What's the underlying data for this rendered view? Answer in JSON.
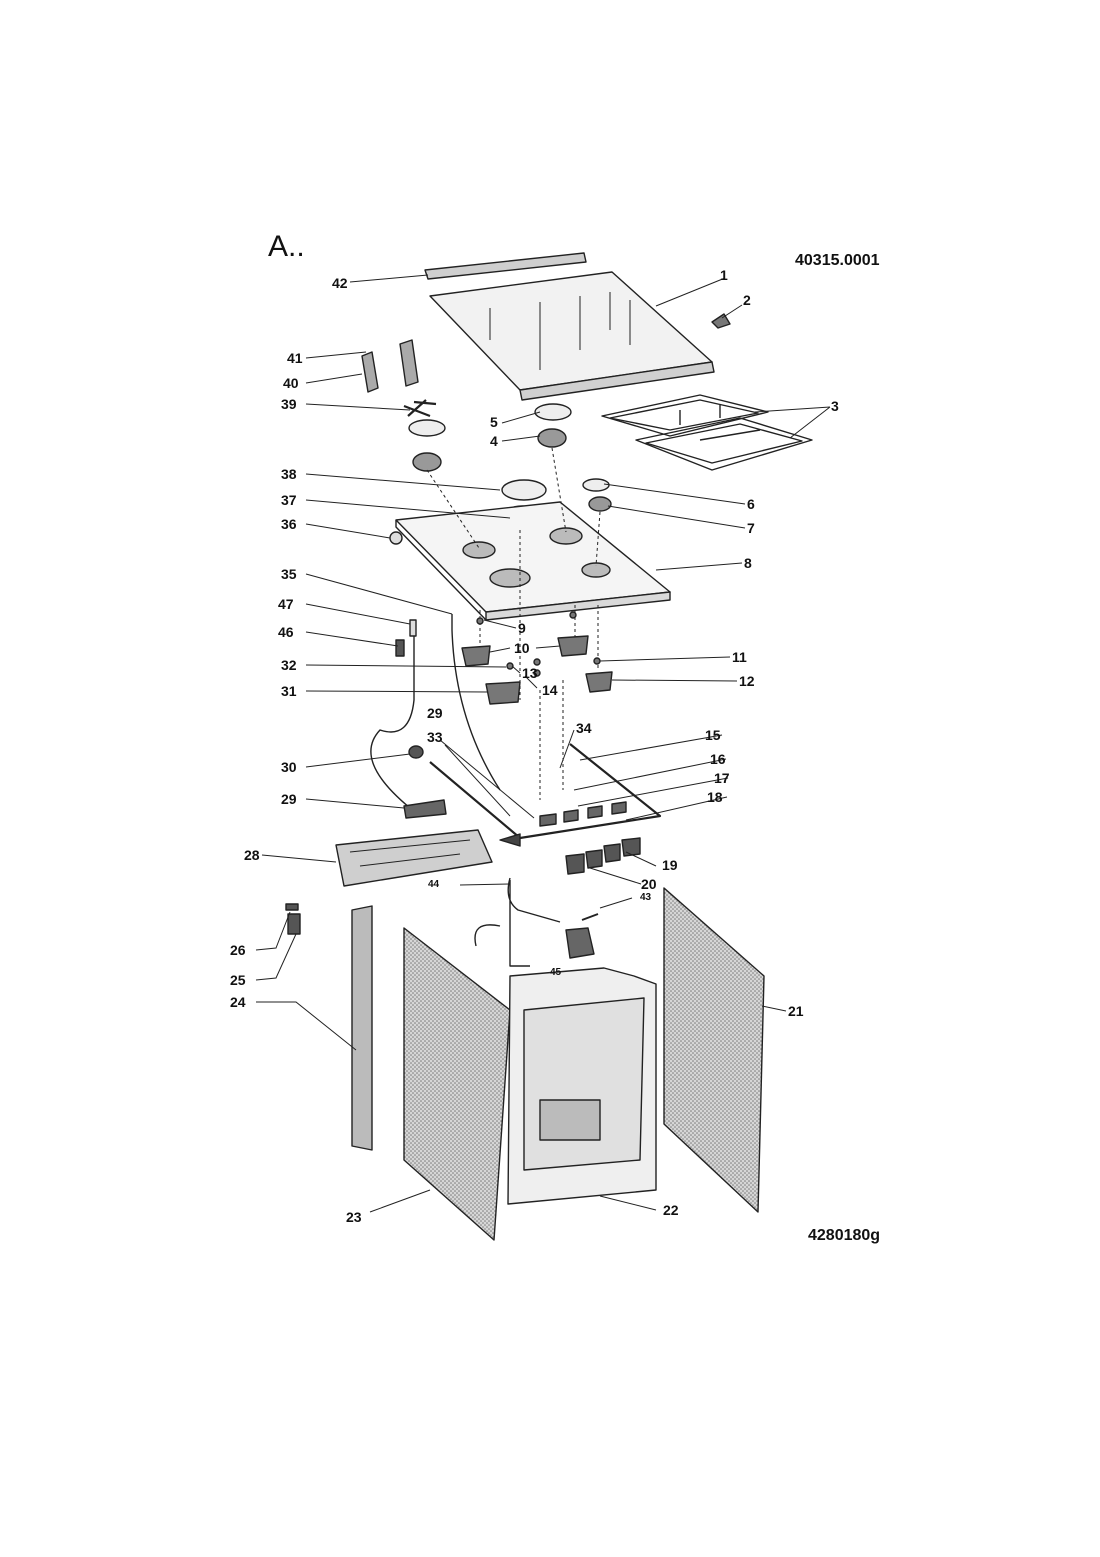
{
  "header": {
    "diagram_letter": "A..",
    "diagram_code": "40315.0001",
    "drawing_code": "4280180g"
  },
  "callouts": [
    "1",
    "2",
    "3",
    "4",
    "5",
    "6",
    "7",
    "8",
    "9",
    "10",
    "11",
    "12",
    "13",
    "14",
    "15",
    "16",
    "17",
    "18",
    "19",
    "20",
    "21",
    "22",
    "23",
    "24",
    "25",
    "26",
    "28",
    "29",
    "29",
    "30",
    "31",
    "32",
    "33",
    "34",
    "35",
    "36",
    "37",
    "38",
    "39",
    "40",
    "41",
    "42",
    "43",
    "44",
    "45",
    "46",
    "47"
  ],
  "colors": {
    "line": "#222222",
    "panel_fill": "#c9c9c9",
    "part_fill": "#e6e6e6"
  }
}
